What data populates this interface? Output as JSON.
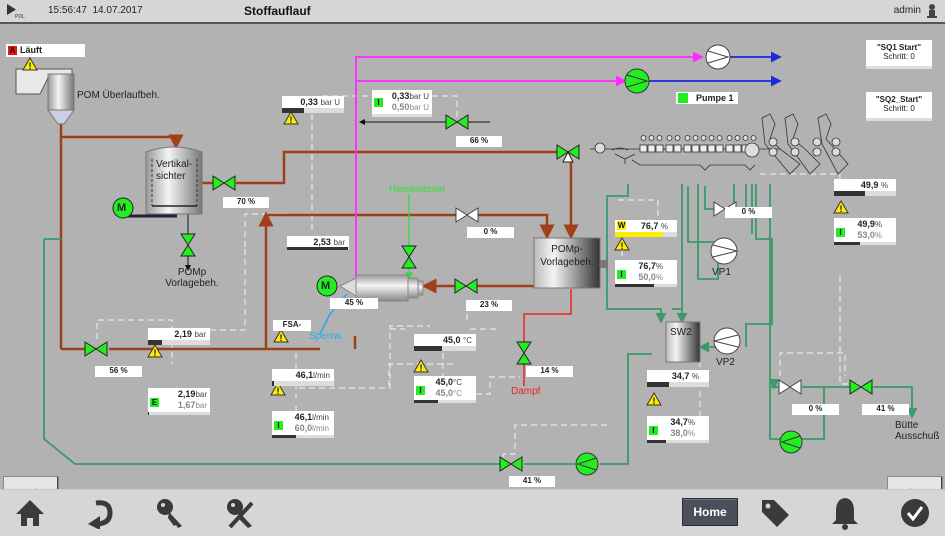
{
  "header": {
    "logo_text": "PDL",
    "time": "15:56:47",
    "date": "14.07.2017",
    "title": "Stoffauflauf",
    "user": "admin"
  },
  "status": {
    "tag": "A",
    "label": "Läuft"
  },
  "sequences": [
    {
      "name": "\"SQ1 Start\"",
      "step": "Schritt: 0"
    },
    {
      "name": "\"SQ2_Start\"",
      "step": "Schritt: 0"
    }
  ],
  "pump_legend": {
    "label": "Pumpe 1"
  },
  "labels": {
    "pom_overflow": "POM Überlaufbeh.",
    "vertikal_1": "Vertikal-",
    "vertikal_2": "sichter",
    "pomp_1": "POMp",
    "pomp_2": "Vorlagebeh.",
    "pomp_tank_1": "POMp-",
    "pomp_tank_2": "Vorlagebeh.",
    "heisswasser": "Heisswasser",
    "sperrw": "Sperrw.",
    "dampf": "Dampf",
    "sw2": "SW2",
    "vp1": "VP1",
    "vp2": "VP2",
    "butte_1": "Bütte",
    "butte_2": "Ausschuß",
    "fsa": "FSA-",
    "motor": "M"
  },
  "valves": {
    "v_vertikal": "70 %",
    "v_top": "66 %",
    "v_hot": "0 %",
    "v_refiner": "23 %",
    "v_refiner_motor": "45 %",
    "v_left": "56 %",
    "v_dampf": "14 %",
    "v_vp1": "0 %",
    "v_butte_left": "0 %",
    "v_butte_right": "41 %",
    "v_bottom": "41 %"
  },
  "readings": {
    "p1": {
      "value": "0,33",
      "unit": "bar U",
      "fill": 0.35
    },
    "p1_ctrl": {
      "tag": "I",
      "value": "0,33",
      "unit": "bar U",
      "setpoint": "0,50",
      "sp_unit": "bar U"
    },
    "p2": {
      "value": "2,53",
      "unit": "bar",
      "fill": 0.98
    },
    "p3": {
      "value": "2,19",
      "unit": "bar",
      "fill": 0.22
    },
    "p3_ctrl": {
      "tag": "E",
      "value": "2,19",
      "unit": "bar",
      "setpoint": "1,67",
      "sp_unit": "bar",
      "fill": 0.02
    },
    "flow": {
      "value": "46,1",
      "unit": "l/min",
      "fill": 0.04
    },
    "flow_ctrl": {
      "tag": "I",
      "value": "46,1",
      "unit": "l/min",
      "setpoint": "60,0",
      "sp_unit": "l/min",
      "fill": 0.38
    },
    "temp": {
      "value": "45,0",
      "unit": "°C",
      "fill": 0.45
    },
    "temp_ctrl": {
      "tag": "I",
      "value": "45,0",
      "unit": "°C",
      "setpoint": "45,0",
      "sp_unit": "°C",
      "fill": 0.38
    },
    "level_pomp": {
      "tag": "W",
      "value": "76,7",
      "unit": "%",
      "fill": 0.77
    },
    "level_pomp_ctrl": {
      "tag": "I",
      "value": "76,7",
      "unit": "%",
      "setpoint": "50,0",
      "sp_unit": "%",
      "fill": 0.63
    },
    "right_top": {
      "value": "49,9",
      "unit": "%",
      "fill": 0.5
    },
    "right_ctrl": {
      "tag": "I",
      "value": "49,9",
      "unit": "%",
      "setpoint": "53,0",
      "sp_unit": "%",
      "fill": 0.42
    },
    "sw2_level": {
      "value": "34,7",
      "unit": "%",
      "fill": 0.35
    },
    "sw2_ctrl": {
      "tag": "I",
      "value": "34,7",
      "unit": "%",
      "setpoint": "38,0",
      "sp_unit": "%",
      "fill": 0.3
    }
  },
  "footer": {
    "home_label": "Home",
    "icons": [
      "home-icon",
      "back-icon",
      "login-key-icon",
      "logout-key-icon",
      "tag-icon",
      "bell-icon",
      "check-icon"
    ]
  },
  "colors": {
    "stock_pipe": "#a0401a",
    "water_pipe": "#3a9a6a",
    "magenta_pipe": "#ff2aff",
    "blue_pipe": "#1a2ad8",
    "valve_open": "#22ee22",
    "hot_water": "#33dd33",
    "sealing_water": "#22aaee",
    "steam": "#ee2222",
    "warning": "#ffee00"
  }
}
